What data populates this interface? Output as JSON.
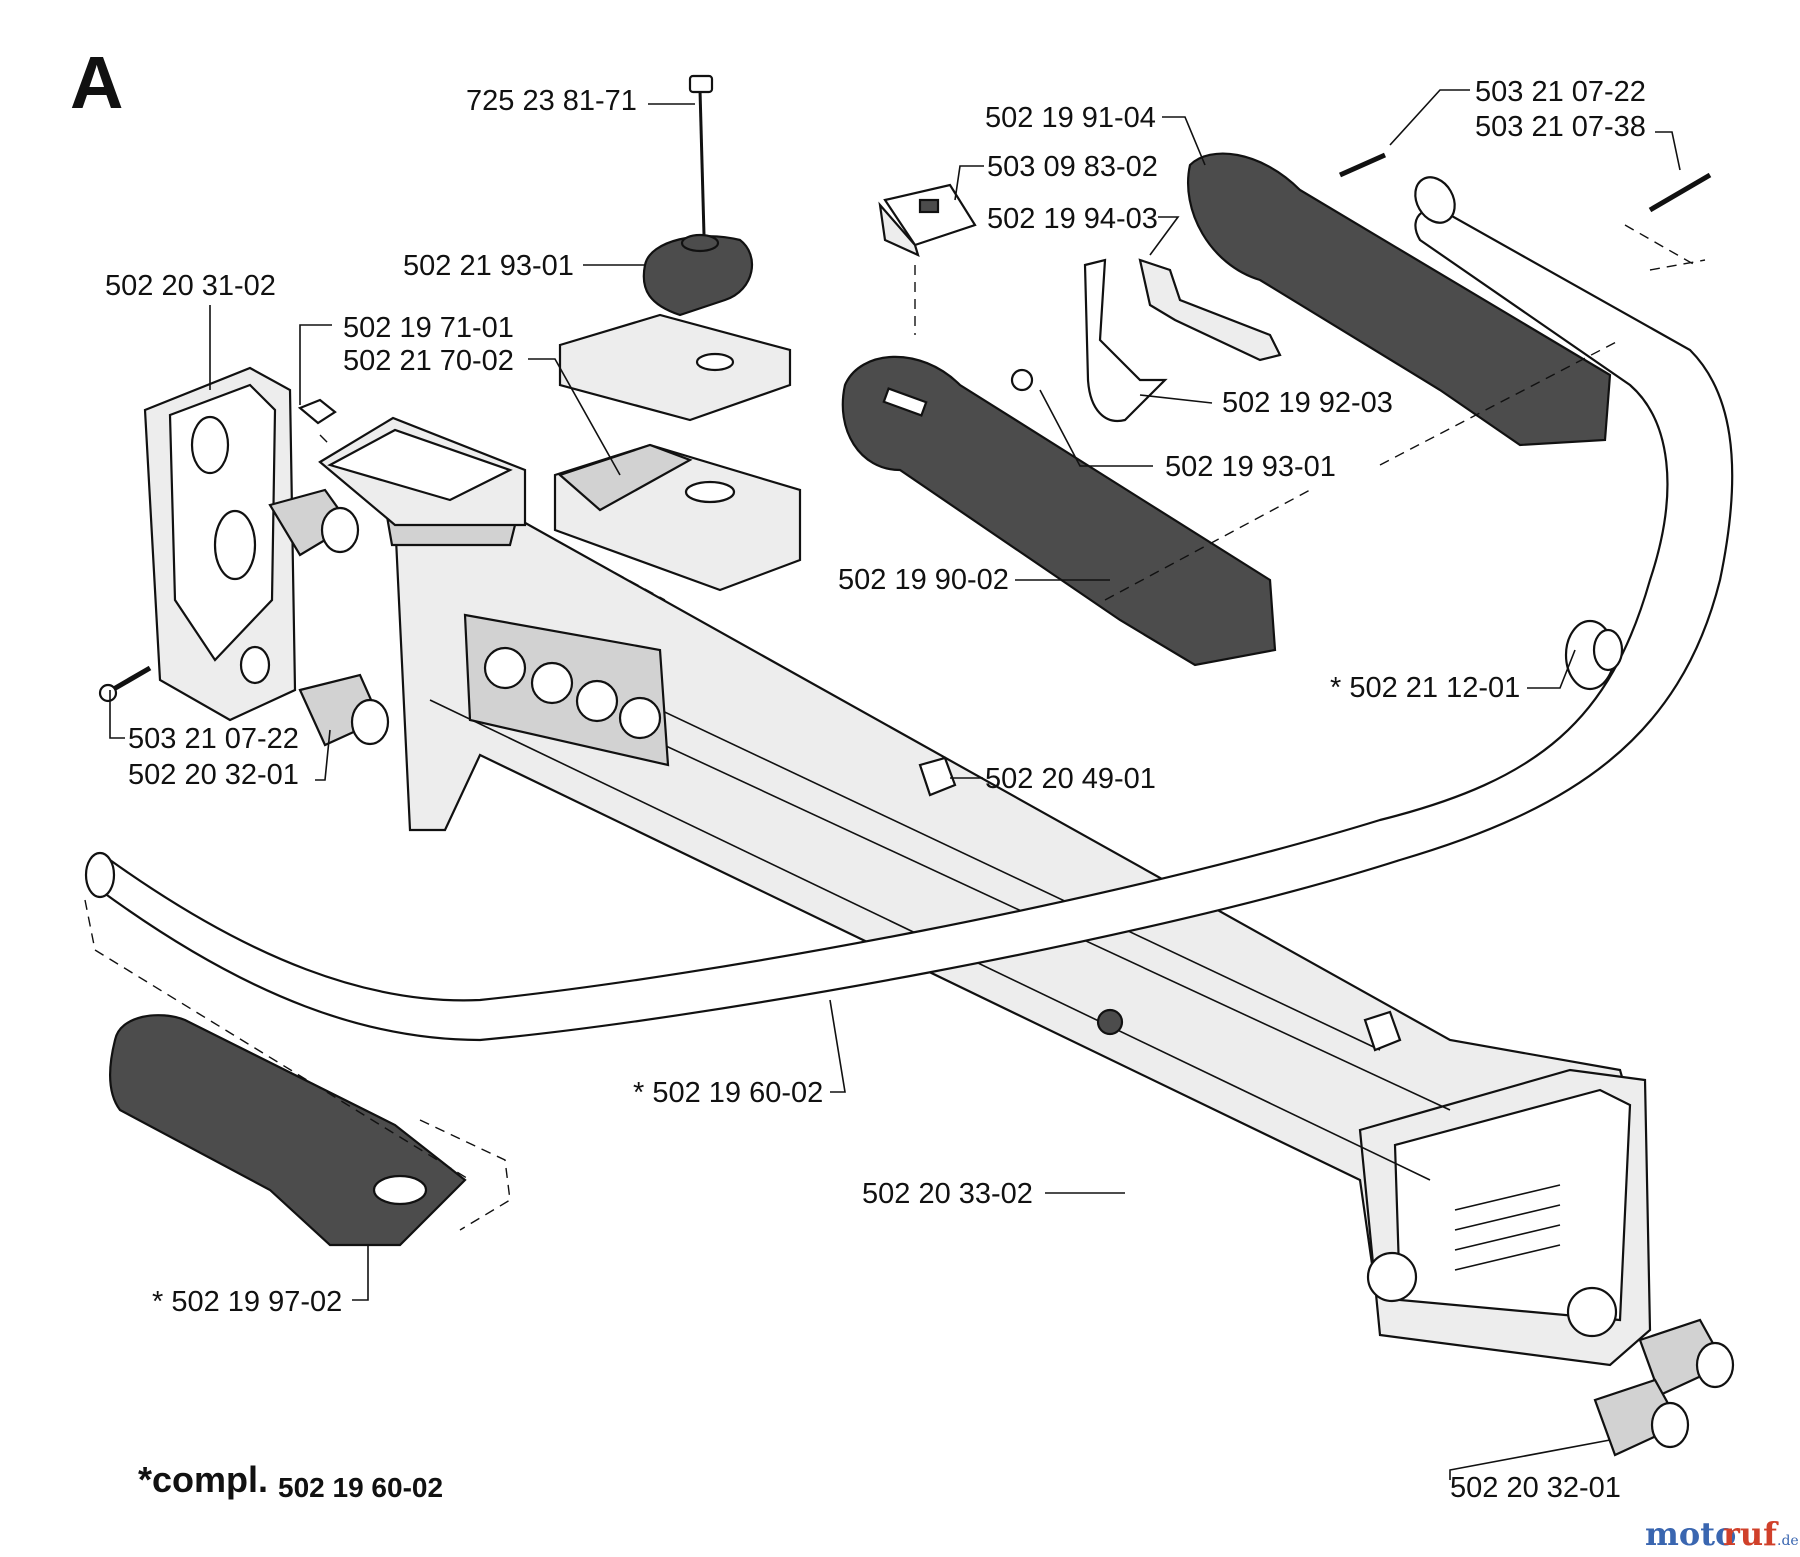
{
  "diagram": {
    "section_letter": "A",
    "labels": {
      "p_725_23_81_71": "725 23 81-71",
      "p_502_21_93_01": "502 21 93-01",
      "p_502_20_31_02": "502 20 31-02",
      "p_502_19_71_01": "502 19 71-01",
      "p_502_21_70_02": "502 21 70-02",
      "p_503_09_83_02": "503 09 83-02",
      "p_502_19_94_03": "502 19 94-03",
      "p_502_19_91_04": "502 19 91-04",
      "p_503_21_07_22_top": "503 21 07-22",
      "p_503_21_07_38": "503 21 07-38",
      "p_502_19_92_03": "502 19 92-03",
      "p_502_19_93_01": "502 19 93-01",
      "p_502_19_90_02": "502 19 90-02",
      "p_502_21_12_01": "* 502 21 12-01",
      "p_503_21_07_22_left": "503 21 07-22",
      "p_502_20_32_01_left": "502 20 32-01",
      "p_502_20_49_01": "502 20 49-01",
      "p_502_19_60_02": "* 502 19 60-02",
      "p_502_20_33_02": "502 20 33-02",
      "p_502_19_97_02": "* 502 19 97-02",
      "p_502_20_32_01_right": "502 20 32-01"
    },
    "footnote": {
      "prefix": "*compl.",
      "part_number": "502 19 60-02"
    },
    "watermark": {
      "part1": "moto",
      "part2": "ruf",
      "tld": ".de"
    }
  }
}
